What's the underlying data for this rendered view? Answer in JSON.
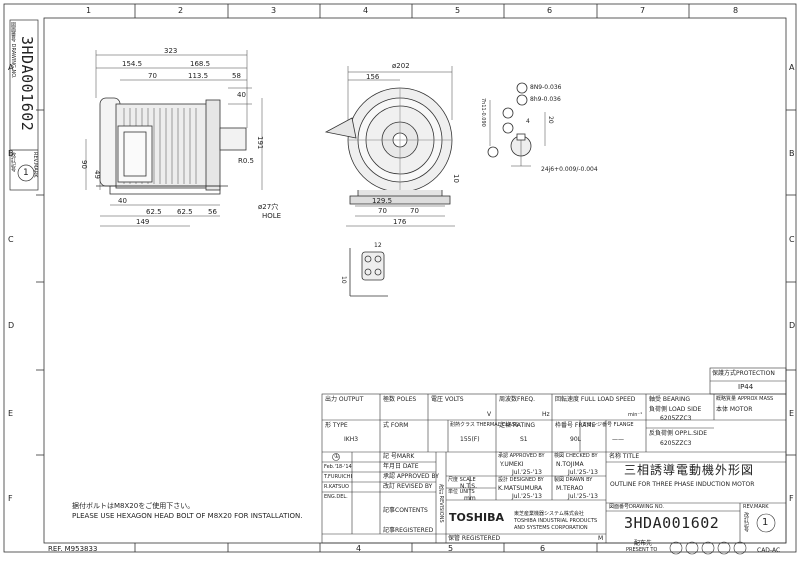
{
  "grid": {
    "cols": [
      "1",
      "2",
      "3",
      "4",
      "5",
      "6",
      "7",
      "8"
    ],
    "rows": [
      "A",
      "B",
      "C",
      "D",
      "E",
      "F"
    ]
  },
  "side": {
    "drawing_no_label": "図面番号 DRAWING NO.",
    "drawing_no": "3HDA001602",
    "rev_label": "REV.MARK",
    "rev_jp": "改訂記号",
    "rev_value": "1"
  },
  "dims": {
    "d323": "323",
    "d154_5": "154.5",
    "d168_5": "168.5",
    "d70a": "70",
    "d113_5": "113.5",
    "d58": "58",
    "d40": "40",
    "d191": "191",
    "dR05": "R0.5",
    "d90": "90",
    "d49": "49",
    "d40b": "40",
    "d62_5a": "62.5",
    "d62_5b": "62.5",
    "d56": "56",
    "d149": "149",
    "d27": "ø27穴",
    "hole": "HOLE",
    "d202": "ø202",
    "d156": "156",
    "d10": "10",
    "d129_5": "129.5",
    "d70b": "70",
    "d70c": "70",
    "d176": "176",
    "d12": "12",
    "d10b": "10",
    "key1": "8N9-0.036",
    "key2": "8h9-0.036",
    "key_h": "7h11-0.090",
    "shaft": "24j6+0.009/-0.004",
    "d20": "20",
    "d4": "4"
  },
  "notes": {
    "jp": "据付ボルトはM8X20をご使用下さい。",
    "en": "PLEASE USE HEXAGON HEAD BOLT OF M8X20 FOR INSTALLATION.",
    "ref": "REF. M953833"
  },
  "table": {
    "protection_label": "保護方式PROTECTION",
    "protection": "IP44",
    "output_label": "出力 OUTPUT",
    "poles_label": "極数 POLES",
    "volts_label": "電圧 VOLTS",
    "freq_label": "周波数FREQ.",
    "speed_label": "回転速度 FULL LOAD SPEED",
    "volt_unit": "V",
    "hz_unit": "Hz",
    "min_unit": "min⁻¹",
    "bearing_label": "軸受 BEARING",
    "load_side_label": "負荷側 LOAD SIDE",
    "load_side": "6205ZZC3",
    "opp_side_label": "反負荷側 OPP.L.SIDE",
    "opp_side": "6205ZZC3",
    "mass_label": "概略質量 APPROX MASS",
    "body_label": "本体 MOTOR",
    "type_label": "形 TYPE",
    "type": "IKH3",
    "form_label": "式 FORM",
    "class_label": "耐熱クラス THERMAL CLASS",
    "class": "155(F)",
    "rating_label": "定格 RATING",
    "rating": "S1",
    "frame_label": "枠番号 FRAME",
    "frame": "90L",
    "flange_label": "フランジ番号 FLANGE",
    "flange": "——",
    "rev_col": "①",
    "mark_label": "記 号MARK",
    "date_label": "年月日 DATE",
    "date_val": "Feb.'18-'14",
    "approved_label": "承認 APPROVED BY",
    "approved_by_rev": "T.FURUICHI",
    "revised_label": "改訂 REVISED BY",
    "revised_by_rev": "R.KATSUO",
    "contents_label": "記事CONTENTS",
    "contents_val": "ENG.DEL.",
    "registered_label": "記事REGISTERED",
    "revisions_label": "改訂 REVISIONS",
    "appr_label": "承認 APPROVED BY",
    "appr_name": "Y.UMEKI",
    "appr_date": "Jul.'25-'13",
    "check_label": "検図 CHECKED BY",
    "check_name": "N.TOJIMA",
    "check_date": "Jul.'25-'13",
    "scale_label": "尺度 SCALE",
    "scale": "N.T.S.",
    "units_label": "単位 UNITS",
    "units": "mm",
    "design_label": "設計 DESIGNED BY",
    "design_name": "K.MATSUMURA",
    "design_date": "Jul.'25-'13",
    "drawn_label": "製図 DRAWN BY",
    "drawn_name": "M.TERAO",
    "drawn_date": "Jul.'25-'13",
    "title_label": "名称 TITLE",
    "title_jp": "三相誘導電動機外形図",
    "title_en": "OUTLINE FOR THREE PHASE INDUCTION MOTOR",
    "company_brand": "TOSHIBA",
    "company_jp": "東芝産業機器システム株式会社",
    "company_en1": "TOSHIBA INDUSTRIAL PRODUCTS",
    "company_en2": "AND SYSTEMS CORPORATION",
    "dwgno_label": "図面番号DRAWING NO.",
    "dwgno": "3HDA001602",
    "revmark_label": "REV.MARK",
    "revmark_jp": "改訂記号",
    "revmark": "1",
    "registered2": "保管 REGISTERED",
    "m_label": "M",
    "present_jp": "配布先",
    "present_en": "PRESENT TO",
    "cad": "CAD-AC"
  }
}
